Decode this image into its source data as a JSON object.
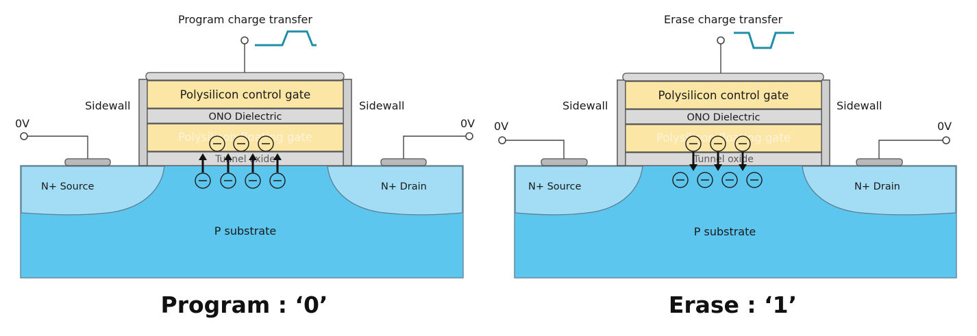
{
  "panels": [
    {
      "id": "program",
      "transfer_label": "Program charge transfer",
      "pulse": "up",
      "arrow_direction": "up",
      "electrons_on_gate": 3,
      "electrons_in_substrate": 4,
      "caption": "Program : ‘0’",
      "labels": {
        "sidewall_left": "Sidewall",
        "sidewall_right": "Sidewall",
        "voltage_left": "0V",
        "voltage_right": "0V",
        "control_gate": "Polysilicon control gate",
        "dielectric": "ONO Dielectric",
        "floating_gate": "Polysilicon floating gate",
        "tunnel_oxide": "Tunnel oxide",
        "source": "N+ Source",
        "drain": "N+ Drain",
        "substrate": "P substrate"
      }
    },
    {
      "id": "erase",
      "transfer_label": "Erase charge transfer",
      "pulse": "down",
      "arrow_direction": "down",
      "electrons_on_gate": 3,
      "electrons_in_substrate": 4,
      "caption": "Erase : ‘1’",
      "labels": {
        "sidewall_left": "Sidewall",
        "sidewall_right": "Sidewall",
        "voltage_left": "0V",
        "voltage_right": "0V",
        "control_gate": "Polysilicon control gate",
        "dielectric": "ONO Dielectric",
        "floating_gate": "Polysilicon floating gate",
        "tunnel_oxide": "Tunnel oxide",
        "source": "N+ Source",
        "drain": "N+ Drain",
        "substrate": "P substrate"
      }
    }
  ],
  "colors": {
    "substrate": "#5cc6ef",
    "diffusion": "#a3dcf5",
    "gate_fill": "#fbe6a6",
    "dielectric_fill": "#dadada",
    "sidewall_fill": "#cfcfcf",
    "wire": "#444444",
    "pulse": "#1f8fa8",
    "arrow": "#111111"
  }
}
